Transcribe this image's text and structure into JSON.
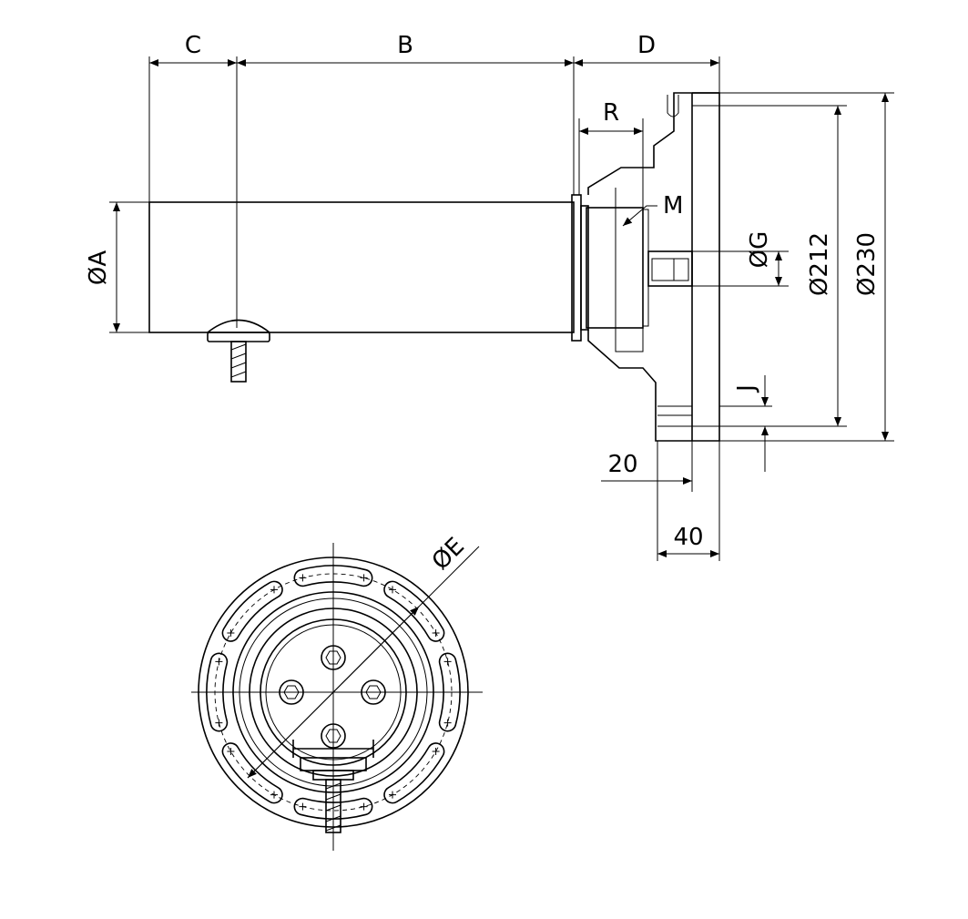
{
  "dimensions": {
    "C": "C",
    "B": "B",
    "D": "D",
    "R": "R",
    "M": "M",
    "phiA": "ØA",
    "phiG": "ØG",
    "phi212": "Ø212",
    "phi230": "Ø230",
    "J": "J",
    "dim20": "20",
    "dim40": "40",
    "phiE": "ØE"
  }
}
